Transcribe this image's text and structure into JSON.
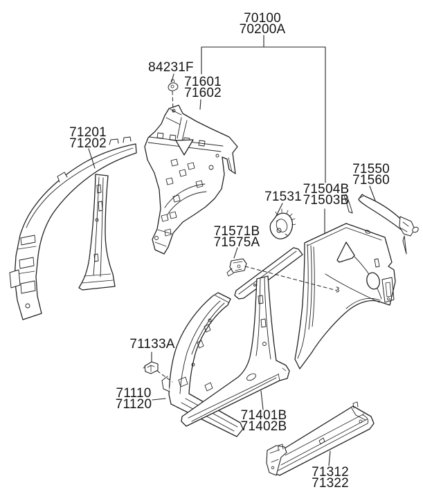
{
  "diagram_title": "vehicle side body panel exploded parts diagram",
  "colors": {
    "background": "#ffffff",
    "line": "#231f20",
    "text": "#141414"
  },
  "labels": {
    "assembly": {
      "line1": "70100",
      "line2": "70200A"
    },
    "fastener": {
      "line1": "84231F"
    },
    "quarter_inner": {
      "line1": "71601",
      "line2": "71602"
    },
    "roof_side_rail": {
      "line1": "71201",
      "line2": "71202"
    },
    "rear_rail_extension": {
      "line1": "71550",
      "line2": "71560"
    },
    "quarter_outer": {
      "line1": "71504B",
      "line2": "71503B"
    },
    "fuel_filler_housing": {
      "line1": "71531"
    },
    "rail_bracket": {
      "line1": "71571B",
      "line2": "71575A"
    },
    "pillar_clip": {
      "line1": "71133A"
    },
    "front_pillar": {
      "line1": "71110",
      "line2": "71120"
    },
    "center_pillar": {
      "line1": "71401B",
      "line2": "71402B"
    },
    "side_sill": {
      "line1": "71312",
      "line2": "71322"
    }
  }
}
